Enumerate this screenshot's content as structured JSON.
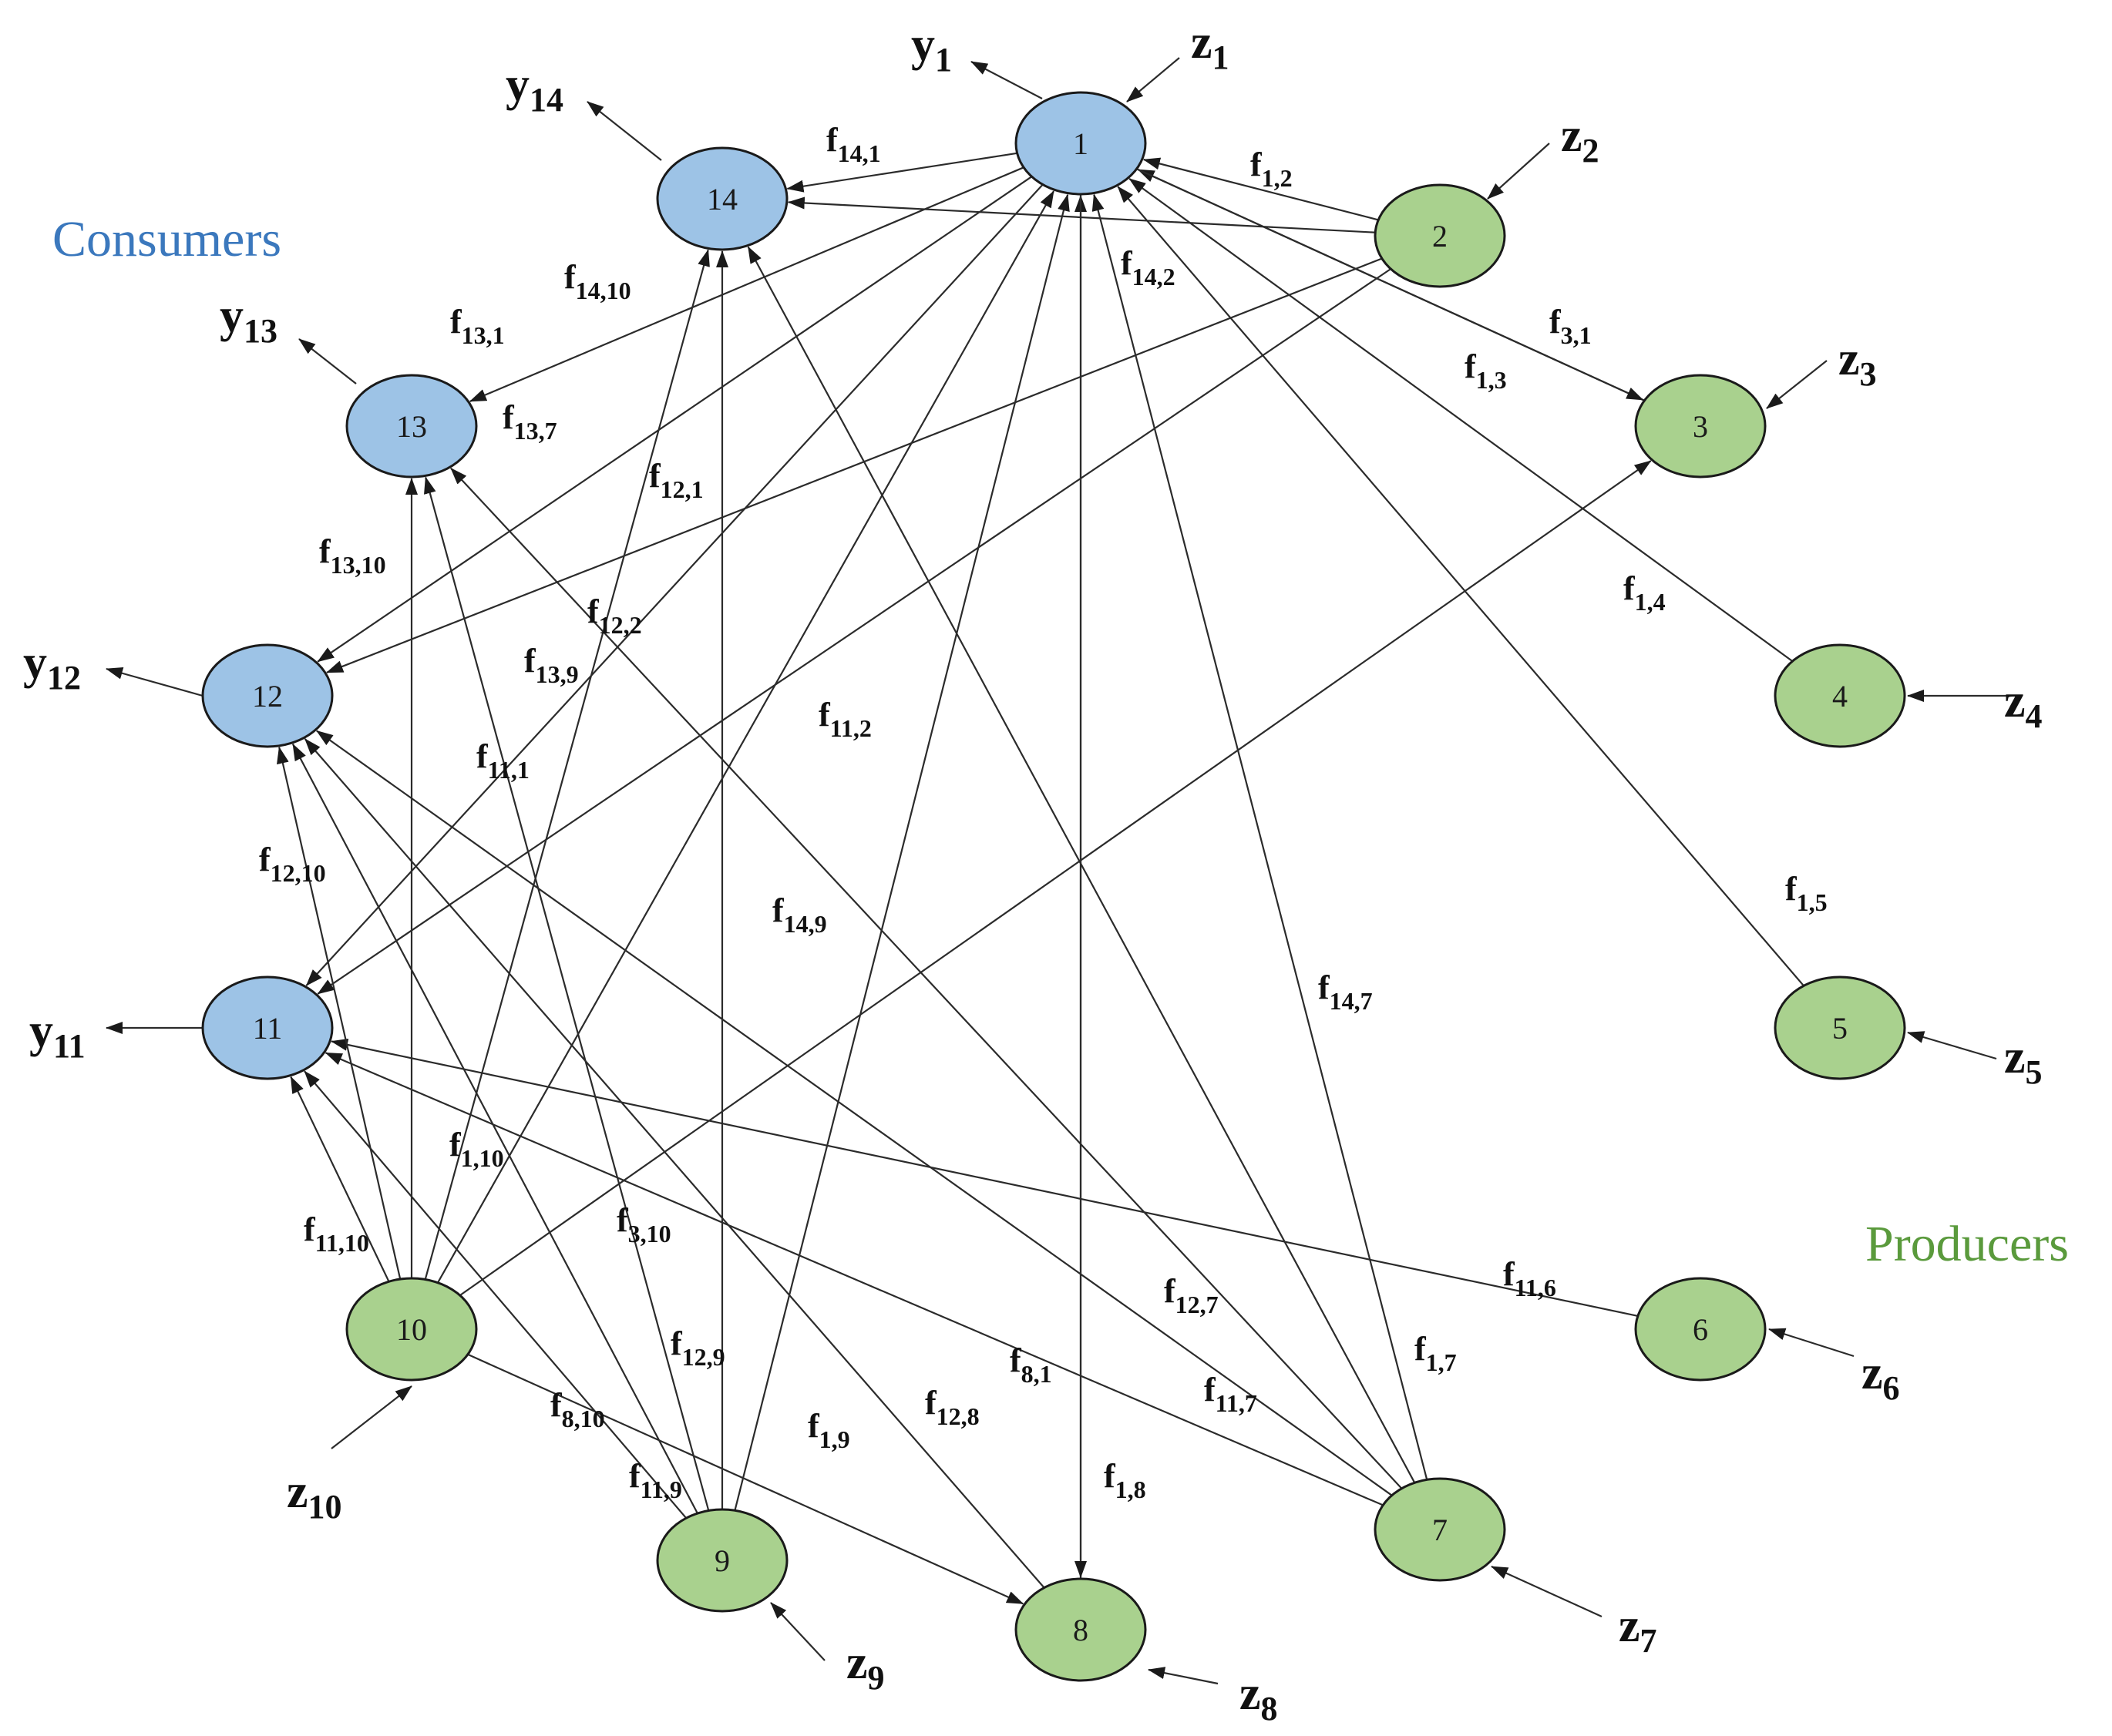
{
  "colors": {
    "consumer_fill": "#9dc3e6",
    "producer_fill": "#a9d18e",
    "consumers_text": "#3b78bd",
    "producers_text": "#5a9a3c"
  },
  "group_labels": {
    "consumers": "Consumers",
    "producers": "Producers"
  },
  "nodes": [
    {
      "id": "1",
      "type": "consumer"
    },
    {
      "id": "2",
      "type": "producer"
    },
    {
      "id": "3",
      "type": "producer"
    },
    {
      "id": "4",
      "type": "producer"
    },
    {
      "id": "5",
      "type": "producer"
    },
    {
      "id": "6",
      "type": "producer"
    },
    {
      "id": "7",
      "type": "producer"
    },
    {
      "id": "8",
      "type": "producer"
    },
    {
      "id": "9",
      "type": "producer"
    },
    {
      "id": "10",
      "type": "producer"
    },
    {
      "id": "11",
      "type": "consumer"
    },
    {
      "id": "12",
      "type": "consumer"
    },
    {
      "id": "13",
      "type": "consumer"
    },
    {
      "id": "14",
      "type": "consumer"
    }
  ],
  "edges": [
    {
      "from": "2",
      "to": "1",
      "label_main": "f",
      "label_sub": "1,2"
    },
    {
      "from": "3",
      "to": "1",
      "label_main": "f",
      "label_sub": "1,3"
    },
    {
      "from": "4",
      "to": "1",
      "label_main": "f",
      "label_sub": "1,4"
    },
    {
      "from": "5",
      "to": "1",
      "label_main": "f",
      "label_sub": "1,5"
    },
    {
      "from": "7",
      "to": "1",
      "label_main": "f",
      "label_sub": "1,7"
    },
    {
      "from": "8",
      "to": "1",
      "label_main": "f",
      "label_sub": "1,8"
    },
    {
      "from": "9",
      "to": "1",
      "label_main": "f",
      "label_sub": "1,9"
    },
    {
      "from": "10",
      "to": "1",
      "label_main": "f",
      "label_sub": "1,10"
    },
    {
      "from": "1",
      "to": "3",
      "label_main": "f",
      "label_sub": "3,1"
    },
    {
      "from": "10",
      "to": "3",
      "label_main": "f",
      "label_sub": "3,10"
    },
    {
      "from": "1",
      "to": "8",
      "label_main": "f",
      "label_sub": "8,1"
    },
    {
      "from": "10",
      "to": "8",
      "label_main": "f",
      "label_sub": "8,10"
    },
    {
      "from": "1",
      "to": "11",
      "label_main": "f",
      "label_sub": "11,1"
    },
    {
      "from": "2",
      "to": "11",
      "label_main": "f",
      "label_sub": "11,2"
    },
    {
      "from": "6",
      "to": "11",
      "label_main": "f",
      "label_sub": "11,6"
    },
    {
      "from": "7",
      "to": "11",
      "label_main": "f",
      "label_sub": "11,7"
    },
    {
      "from": "9",
      "to": "11",
      "label_main": "f",
      "label_sub": "11,9"
    },
    {
      "from": "10",
      "to": "11",
      "label_main": "f",
      "label_sub": "11,10"
    },
    {
      "from": "1",
      "to": "12",
      "label_main": "f",
      "label_sub": "12,1"
    },
    {
      "from": "2",
      "to": "12",
      "label_main": "f",
      "label_sub": "12,2"
    },
    {
      "from": "7",
      "to": "12",
      "label_main": "f",
      "label_sub": "12,7"
    },
    {
      "from": "8",
      "to": "12",
      "label_main": "f",
      "label_sub": "12,8"
    },
    {
      "from": "9",
      "to": "12",
      "label_main": "f",
      "label_sub": "12,9"
    },
    {
      "from": "10",
      "to": "12",
      "label_main": "f",
      "label_sub": "12,10"
    },
    {
      "from": "1",
      "to": "13",
      "label_main": "f",
      "label_sub": "13,1"
    },
    {
      "from": "7",
      "to": "13",
      "label_main": "f",
      "label_sub": "13,7"
    },
    {
      "from": "9",
      "to": "13",
      "label_main": "f",
      "label_sub": "13,9"
    },
    {
      "from": "10",
      "to": "13",
      "label_main": "f",
      "label_sub": "13,10"
    },
    {
      "from": "1",
      "to": "14",
      "label_main": "f",
      "label_sub": "14,1"
    },
    {
      "from": "2",
      "to": "14",
      "label_main": "f",
      "label_sub": "14,2"
    },
    {
      "from": "7",
      "to": "14",
      "label_main": "f",
      "label_sub": "14,7"
    },
    {
      "from": "9",
      "to": "14",
      "label_main": "f",
      "label_sub": "14,9"
    },
    {
      "from": "10",
      "to": "14",
      "label_main": "f",
      "label_sub": "14,10"
    }
  ],
  "inputs": [
    {
      "node": "1",
      "label_main": "z",
      "label_sub": "1"
    },
    {
      "node": "2",
      "label_main": "z",
      "label_sub": "2"
    },
    {
      "node": "3",
      "label_main": "z",
      "label_sub": "3"
    },
    {
      "node": "4",
      "label_main": "z",
      "label_sub": "4"
    },
    {
      "node": "5",
      "label_main": "z",
      "label_sub": "5"
    },
    {
      "node": "6",
      "label_main": "z",
      "label_sub": "6"
    },
    {
      "node": "7",
      "label_main": "z",
      "label_sub": "7"
    },
    {
      "node": "8",
      "label_main": "z",
      "label_sub": "8"
    },
    {
      "node": "9",
      "label_main": "z",
      "label_sub": "9"
    },
    {
      "node": "10",
      "label_main": "z",
      "label_sub": "10"
    }
  ],
  "outputs": [
    {
      "node": "1",
      "label_main": "y",
      "label_sub": "1"
    },
    {
      "node": "11",
      "label_main": "y",
      "label_sub": "11"
    },
    {
      "node": "12",
      "label_main": "y",
      "label_sub": "12"
    },
    {
      "node": "13",
      "label_main": "y",
      "label_sub": "13"
    },
    {
      "node": "14",
      "label_main": "y",
      "label_sub": "14"
    }
  ]
}
